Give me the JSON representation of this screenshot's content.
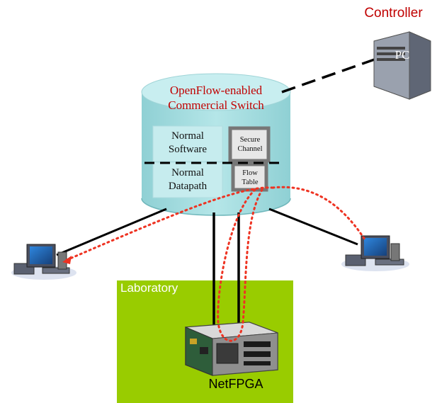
{
  "controller": {
    "label": "Controller",
    "pc_label": "PC"
  },
  "switch": {
    "title_line1": "OpenFlow-enabled",
    "title_line2": "Commercial Switch",
    "normal_software_line1": "Normal",
    "normal_software_line2": "Software",
    "normal_datapath_line1": "Normal",
    "normal_datapath_line2": "Datapath",
    "secure_channel_line1": "Secure",
    "secure_channel_line2": "Channel",
    "flow_table_line1": "Flow",
    "flow_table_line2": "Table"
  },
  "laboratory": {
    "label": "Laboratory"
  },
  "netfpga": {
    "label": "NetFPGA"
  },
  "colors": {
    "title_red": "#c00000",
    "cylinder_fill": "#a6dfe2",
    "cylinder_top": "#c8eef0",
    "lab_green": "#99cc00",
    "flow_path": "#ee3322",
    "computer_blue": "#2b7cd3"
  },
  "icons": [
    "server-icon",
    "computer-icon",
    "netfpga-board-icon"
  ]
}
